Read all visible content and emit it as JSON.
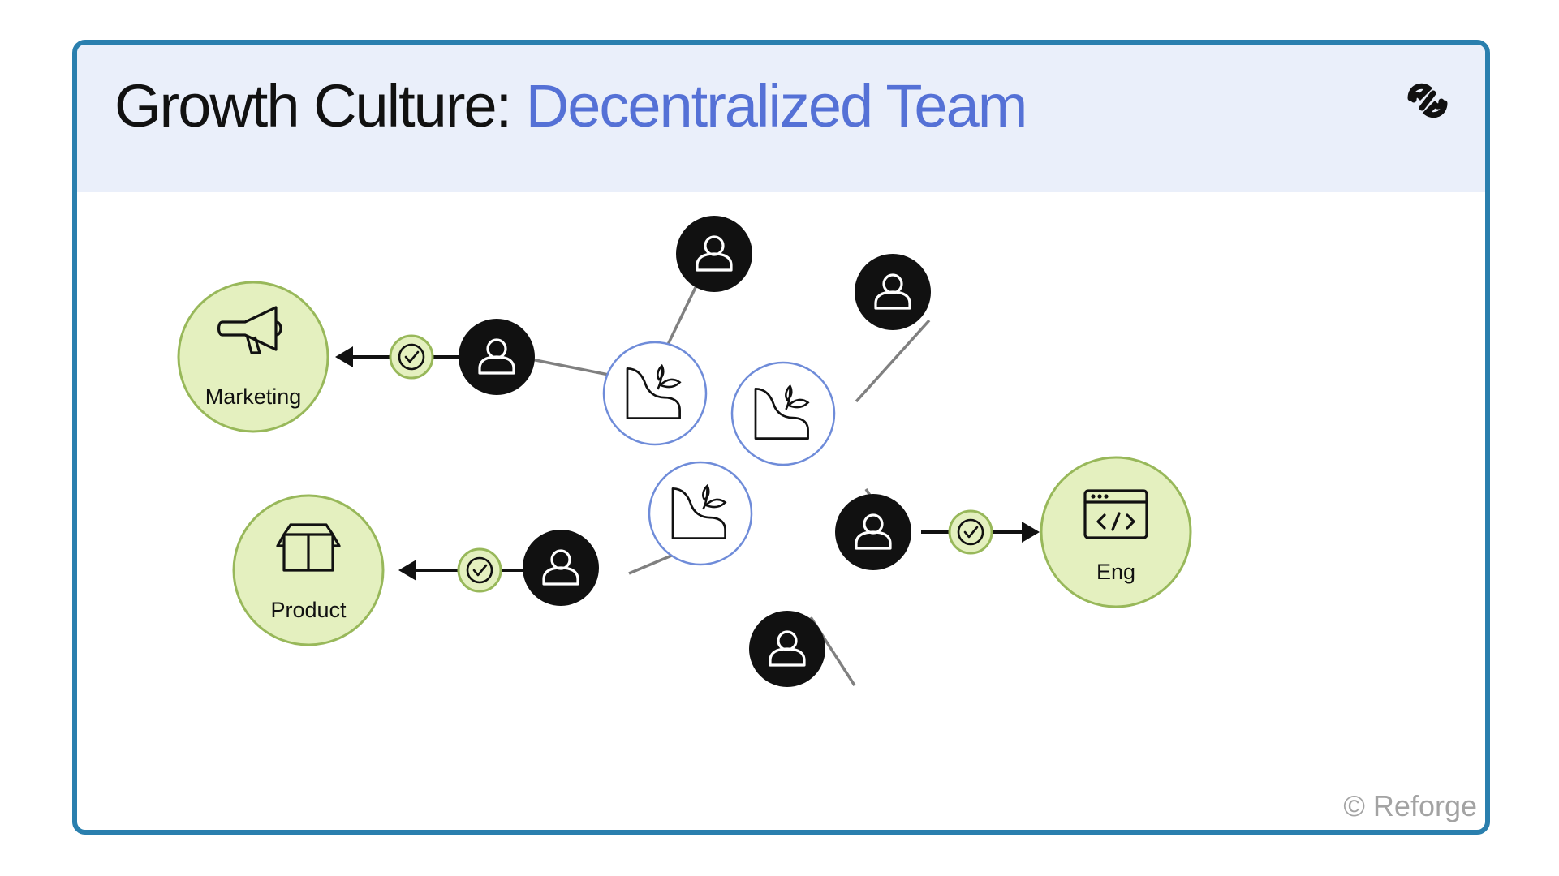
{
  "header": {
    "title_main": "Growth Culture: ",
    "title_accent": "Decentralized Team",
    "logo_icon": "reforge-logo-icon"
  },
  "nodes": {
    "teams": [
      {
        "label": "Marketing",
        "icon": "megaphone-icon"
      },
      {
        "label": "Product",
        "icon": "box-icon"
      },
      {
        "label": "Eng",
        "icon": "code-window-icon"
      }
    ],
    "hubs": [
      {
        "icon": "plant-growth-icon"
      },
      {
        "icon": "plant-growth-icon"
      },
      {
        "icon": "plant-growth-icon"
      }
    ],
    "person_icon": "person-icon",
    "check_icon": "checkmark-icon"
  },
  "footer": {
    "credit": "© Reforge"
  },
  "colors": {
    "border": "#2a7fae",
    "header_bg": "#eaeffa",
    "accent": "#5571d6",
    "team_fill": "#e4f0bf",
    "team_stroke": "#98b85a",
    "hub_stroke": "#6f8cd9",
    "person_fill": "#111111"
  }
}
